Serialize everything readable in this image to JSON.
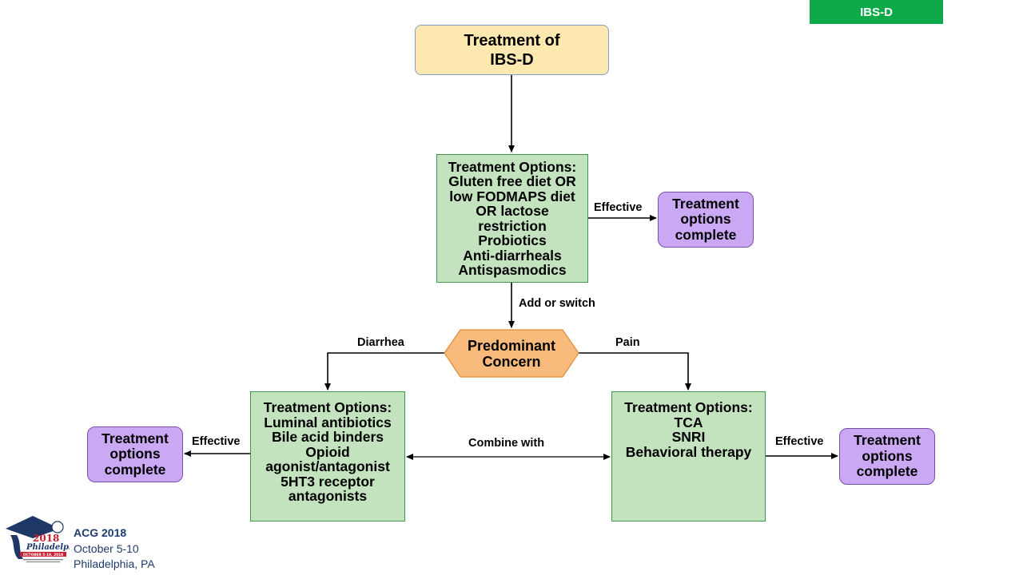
{
  "colors": {
    "tag_bg": "#0eaa4a",
    "start_fill": "#fde8b0",
    "option_fill": "#c3e2be",
    "complete_fill": "#cba8f3",
    "decision_fill": "#f8bb7c",
    "decision_stroke": "#e08a3a"
  },
  "tag": "IBS-D",
  "start": {
    "line1": "Treatment of",
    "line2": "IBS-D"
  },
  "options_initial": {
    "lines": [
      "Treatment Options:",
      "Gluten free diet OR",
      "low FODMAPS diet",
      "OR lactose",
      "restriction",
      "Probiotics",
      "Anti-diarrheals",
      "Antispasmodics"
    ]
  },
  "decision": {
    "line1": "Predominant",
    "line2": "Concern"
  },
  "options_diarrhea": {
    "lines": [
      "Treatment Options:",
      "Luminal antibiotics",
      "Bile acid binders",
      "Opioid",
      "agonist/antagonist",
      "5HT3 receptor",
      "antagonists"
    ]
  },
  "options_pain": {
    "lines": [
      "Treatment Options:",
      "TCA",
      "SNRI",
      "Behavioral therapy"
    ]
  },
  "complete": {
    "line1": "Treatment",
    "line2": "options",
    "line3": "complete"
  },
  "edge_labels": {
    "effective_top": "Effective",
    "add_or_switch": "Add or switch",
    "diarrhea": "Diarrhea",
    "pain": "Pain",
    "effective_left": "Effective",
    "combine_with": "Combine with",
    "effective_right": "Effective"
  },
  "footer": {
    "title": "ACG 2018",
    "dates": "October 5-10",
    "location": "Philadelphia, PA"
  },
  "logo": {
    "year": "2018",
    "city": "Philadelphia",
    "dates": "OCTOBER 5-10, 2018"
  }
}
